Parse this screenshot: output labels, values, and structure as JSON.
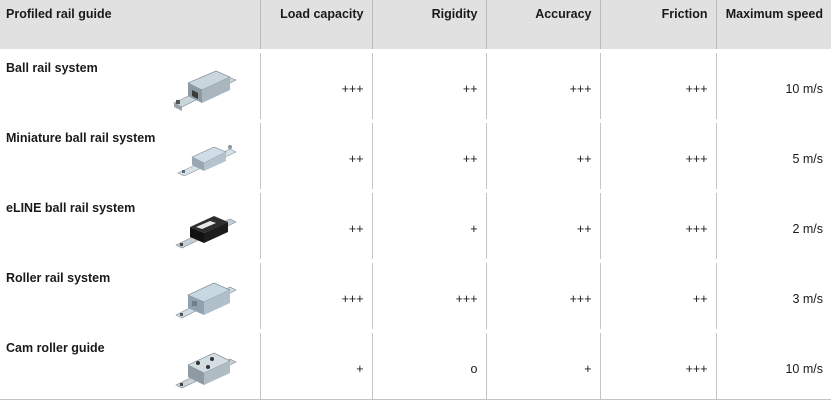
{
  "table": {
    "headers": [
      "Profiled rail guide",
      "Load capacity",
      "Rigidity",
      "Accuracy",
      "Friction",
      "Maximum speed"
    ],
    "rows": [
      {
        "name": "Ball rail system",
        "icon": "ball-rail-carriage-icon",
        "load": "+++",
        "rigidity": "++",
        "accuracy": "+++",
        "friction": "+++",
        "speed": "10 m/s"
      },
      {
        "name": "Miniature ball rail system",
        "icon": "miniature-rail-carriage-icon",
        "load": "++",
        "rigidity": "++",
        "accuracy": "++",
        "friction": "+++",
        "speed": "5 m/s"
      },
      {
        "name": "eLINE ball rail system",
        "icon": "eline-rail-carriage-icon",
        "load": "++",
        "rigidity": "+",
        "accuracy": "++",
        "friction": "+++",
        "speed": "2 m/s"
      },
      {
        "name": "Roller rail system",
        "icon": "roller-rail-carriage-icon",
        "load": "+++",
        "rigidity": "+++",
        "accuracy": "+++",
        "friction": "++",
        "speed": "3 m/s"
      },
      {
        "name": "Cam roller guide",
        "icon": "cam-roller-carriage-icon",
        "load": "+",
        "rigidity": "o",
        "accuracy": "+",
        "friction": "+++",
        "speed": "10 m/s"
      }
    ]
  },
  "colors": {
    "header_bg": "#e1e1e1",
    "rule": "#c4c4c4",
    "carriage_gray": "#9aa3ab",
    "carriage_light": "#c9d6dd",
    "carriage_dark": "#222222"
  }
}
